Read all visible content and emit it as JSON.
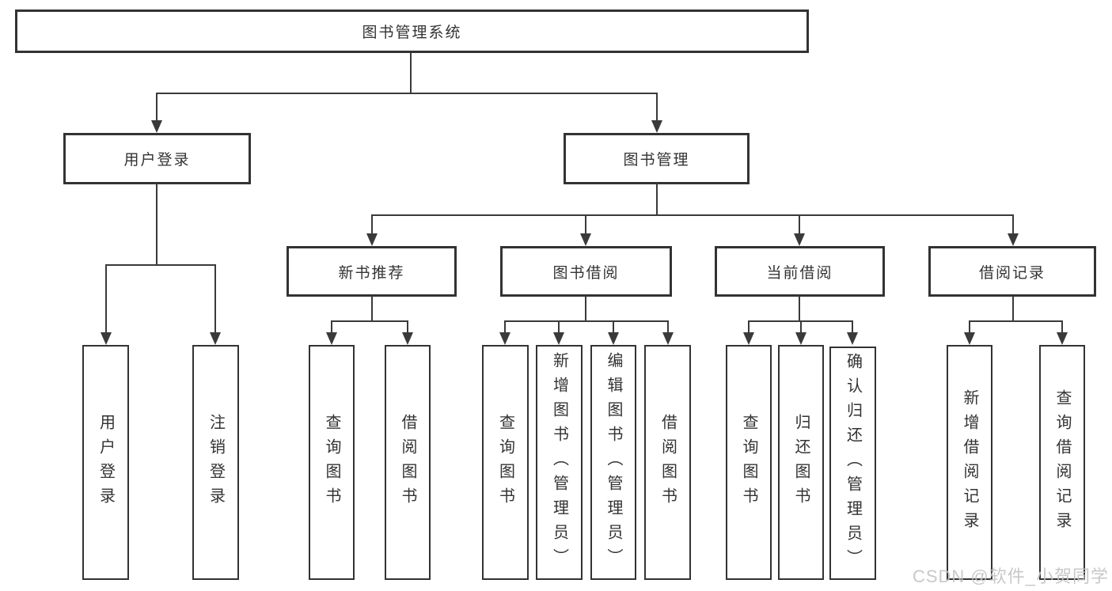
{
  "diagram": {
    "title": "图书管理系统",
    "level2": {
      "user": "用户登录",
      "mgmt": "图书管理"
    },
    "level3": {
      "newbooks": "新书推荐",
      "borrow": "图书借阅",
      "current": "当前借阅",
      "records": "借阅记录"
    },
    "leaves": {
      "user": [
        "用户登录",
        "注销登录"
      ],
      "newbooks": [
        "查询图书",
        "借阅图书"
      ],
      "borrow": [
        "查询图书",
        "新增图书（管理员）",
        "编辑图书（管理员）",
        "借阅图书"
      ],
      "current": [
        "查询图书",
        "归还图书",
        "确认归还（管理员）"
      ],
      "records": [
        "新增借阅记录",
        "查询借阅记录"
      ]
    }
  },
  "watermark": {
    "text": "CSDN @软件_小贺同学"
  },
  "colors": {
    "line": "#3a3a3a",
    "border": "#333333",
    "text": "#333333",
    "watermark": "#c3c3c3",
    "background": "#ffffff"
  }
}
